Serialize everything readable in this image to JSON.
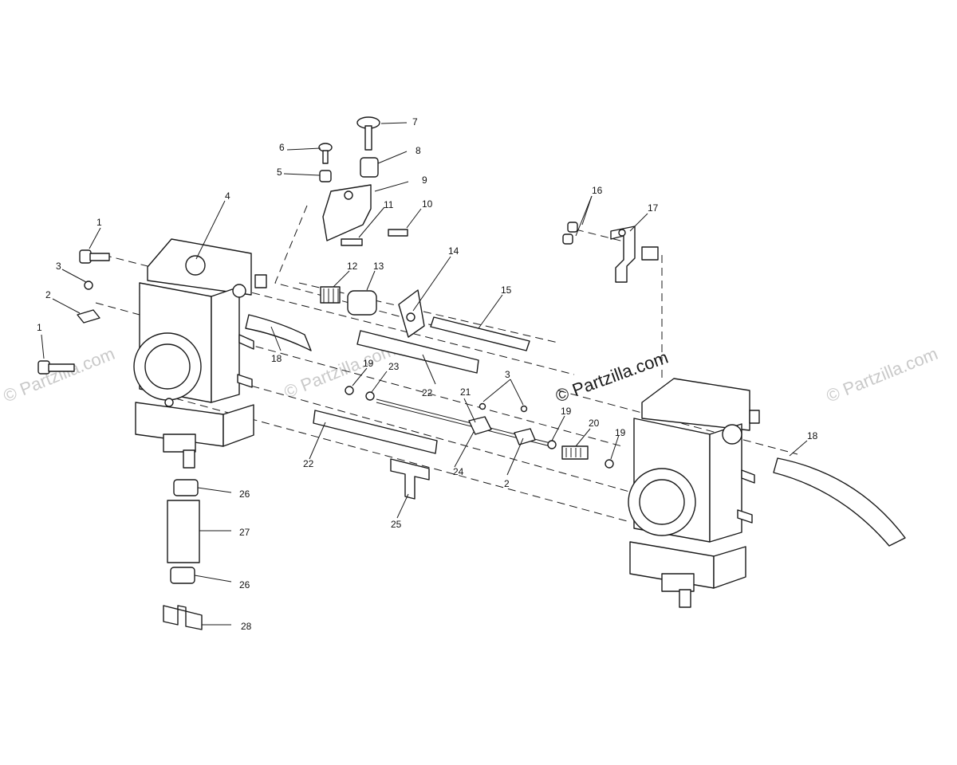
{
  "watermark": {
    "text": "© Partzilla.com"
  },
  "brand_stamp": {
    "text": "© Partzilla.com"
  },
  "callouts": [
    "1",
    "1",
    "2",
    "2",
    "3",
    "3",
    "4",
    "5",
    "6",
    "7",
    "8",
    "9",
    "10",
    "11",
    "12",
    "13",
    "14",
    "15",
    "16",
    "17",
    "18",
    "18",
    "19",
    "19",
    "19",
    "20",
    "21",
    "22",
    "22",
    "23",
    "24",
    "25",
    "26",
    "26",
    "27",
    "28"
  ]
}
